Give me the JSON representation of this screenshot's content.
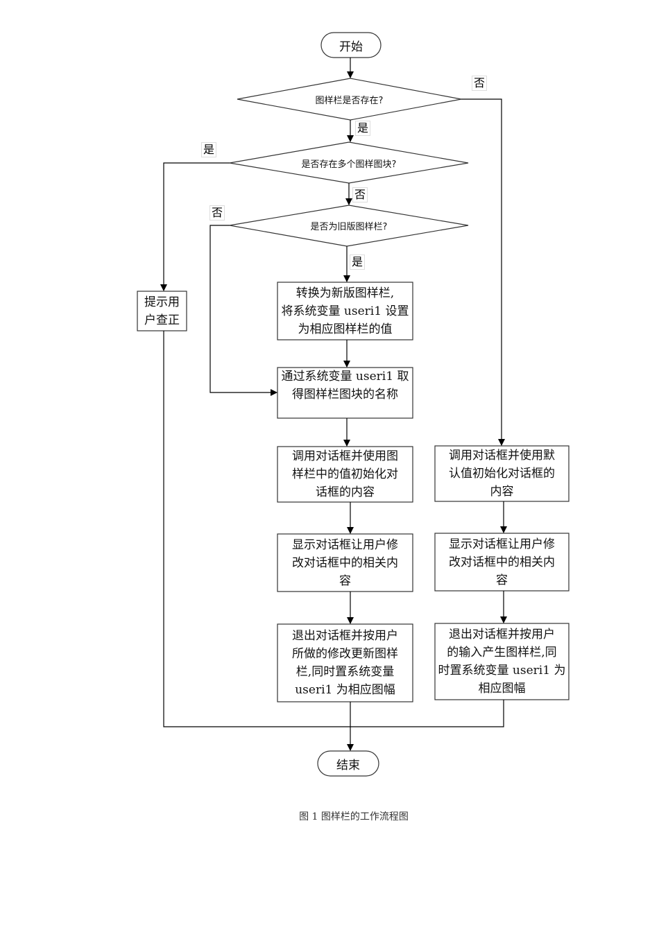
{
  "diagram": {
    "start": "开始",
    "end": "结束",
    "decisions": {
      "d1": "图样栏是否存在?",
      "d2": "是否存在多个图样图块?",
      "d3": "是否为旧版图样栏?"
    },
    "processes": {
      "prompt_user": "提示用\n户查正",
      "convert": "转换为新版图样栏,\n将系统变量 useri1 设置\n为相应图样栏的值",
      "get_name": "通过系统变量 useri1 取\n得图样栏图块的名称",
      "call_dialog_existing": "调用对话框并使用图\n样栏中的值初始化对\n话框的内容",
      "show_dialog_existing": "显示对话框让用户修\n改对话框中的相关内\n容",
      "exit_update": "退出对话框并按用户\n所做的修改更新图样\n栏,同时置系统变量\nuseri1 为相应图幅",
      "call_dialog_default": "调用对话框并使用默\n认值初始化对话框的\n内容",
      "show_dialog_default": "显示对话框让用户修\n改对话框中的相关内\n容",
      "exit_create": "退出对话框并按用户\n的输入产生图样栏,同\n时置系统变量 useri1 为\n相应图幅"
    },
    "branch_labels": {
      "d1_no": "否",
      "d1_yes": "是",
      "d2_yes": "是",
      "d2_no": "否",
      "d3_no": "否",
      "d3_yes": "是"
    },
    "caption": "图 1 图样栏的工作流程图"
  }
}
